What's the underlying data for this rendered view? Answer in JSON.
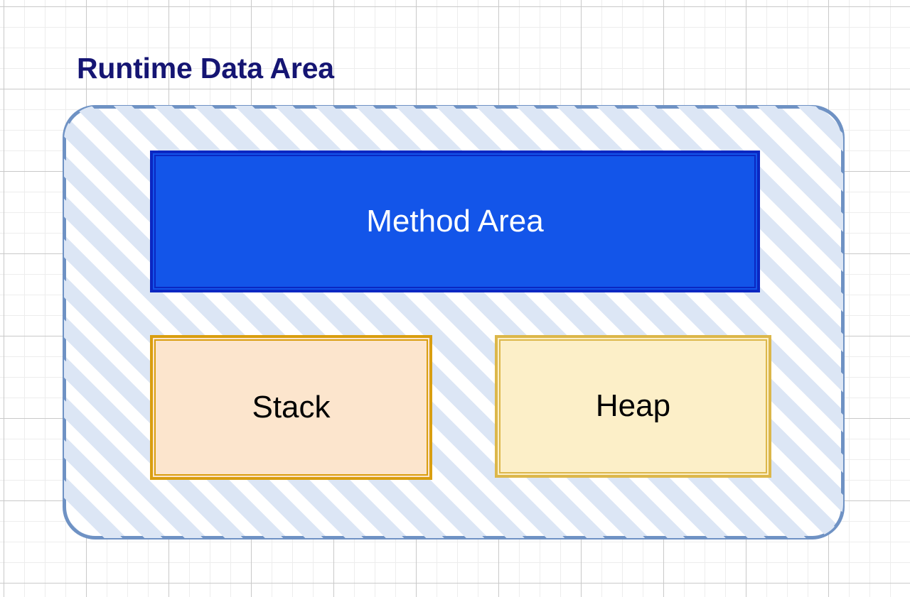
{
  "diagram": {
    "title": "Runtime Data Area",
    "title_color": "#151573",
    "background": {
      "type": "graph-paper-grid",
      "minor_grid_color": "#ededed",
      "major_grid_color": "#c9c9c9"
    },
    "container": {
      "name": "Runtime Data Area",
      "fill": "diagonal-hatch",
      "hatch_color": "#dce6f5",
      "border_color": "#6f92c4",
      "shape": "rounded-rectangle"
    },
    "regions": [
      {
        "id": "method-area",
        "label": "Method Area",
        "fill_color": "#1355e9",
        "border_color": "#0b27c2",
        "text_color": "#ffffff"
      },
      {
        "id": "stack",
        "label": "Stack",
        "fill_color": "#fce5cd",
        "border_color": "#d99e10",
        "text_color": "#000000"
      },
      {
        "id": "heap",
        "label": "Heap",
        "fill_color": "#fcefc8",
        "border_color": "#dcb74a",
        "text_color": "#000000"
      }
    ]
  }
}
